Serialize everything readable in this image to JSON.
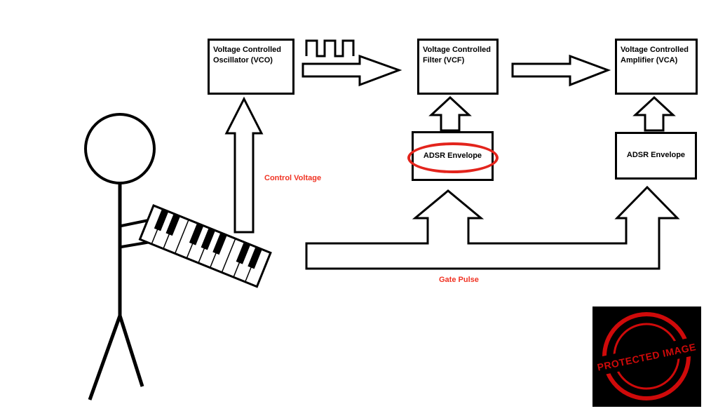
{
  "diagram": {
    "title_implied": "Analog synthesizer signal flow",
    "boxes": {
      "vco": {
        "label": "Voltage Controlled Oscillator (VCO)"
      },
      "vcf": {
        "label": "Voltage Controlled Filter (VCF)"
      },
      "vca": {
        "label": "Voltage Controlled Amplifier (VCA)"
      },
      "adsr1": {
        "label": "ADSR Envelope"
      },
      "adsr2": {
        "label": "ADSR Envelope"
      }
    },
    "labels": {
      "control_voltage": "Control Voltage",
      "gate_pulse": "Gate Pulse"
    },
    "icons": [
      "square-wave-icon",
      "stick-figure-icon",
      "keyboard-icon",
      "arrow-vco-to-vcf",
      "arrow-vcf-to-vca",
      "arrow-adsr1-to-vcf",
      "arrow-adsr2-to-vca",
      "arrow-keyboard-to-vco",
      "gate-pulse-arrow"
    ],
    "colors": {
      "line_black": "#000000",
      "annotation_red": "#f03222",
      "ellipse_red": "#e3241c",
      "stamp_red": "#cf0a0a",
      "background": "#ffffff"
    }
  },
  "watermark": {
    "text": "PROTECTED IMAGE"
  }
}
